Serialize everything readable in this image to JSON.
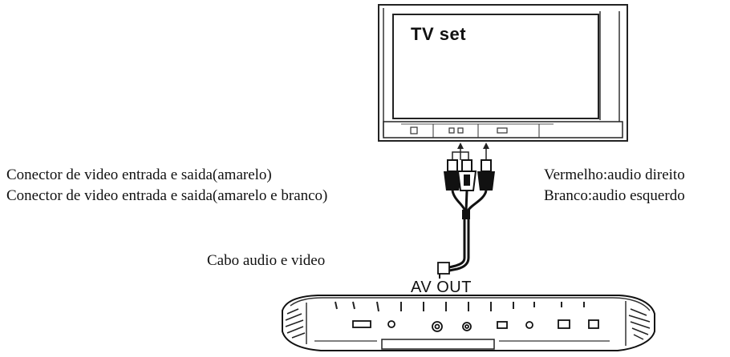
{
  "tv": {
    "label": "TV set"
  },
  "connectors": {
    "left_line1": "Conector de video entrada e saida(amarelo)",
    "left_line2": "Conector de video entrada e saida(amarelo e branco)",
    "right_line1": "Vermelho:audio direito",
    "right_line2": "Branco:audio esquerdo"
  },
  "cable": {
    "label": "Cabo audio e video"
  },
  "player": {
    "port_label": "AV OUT"
  }
}
